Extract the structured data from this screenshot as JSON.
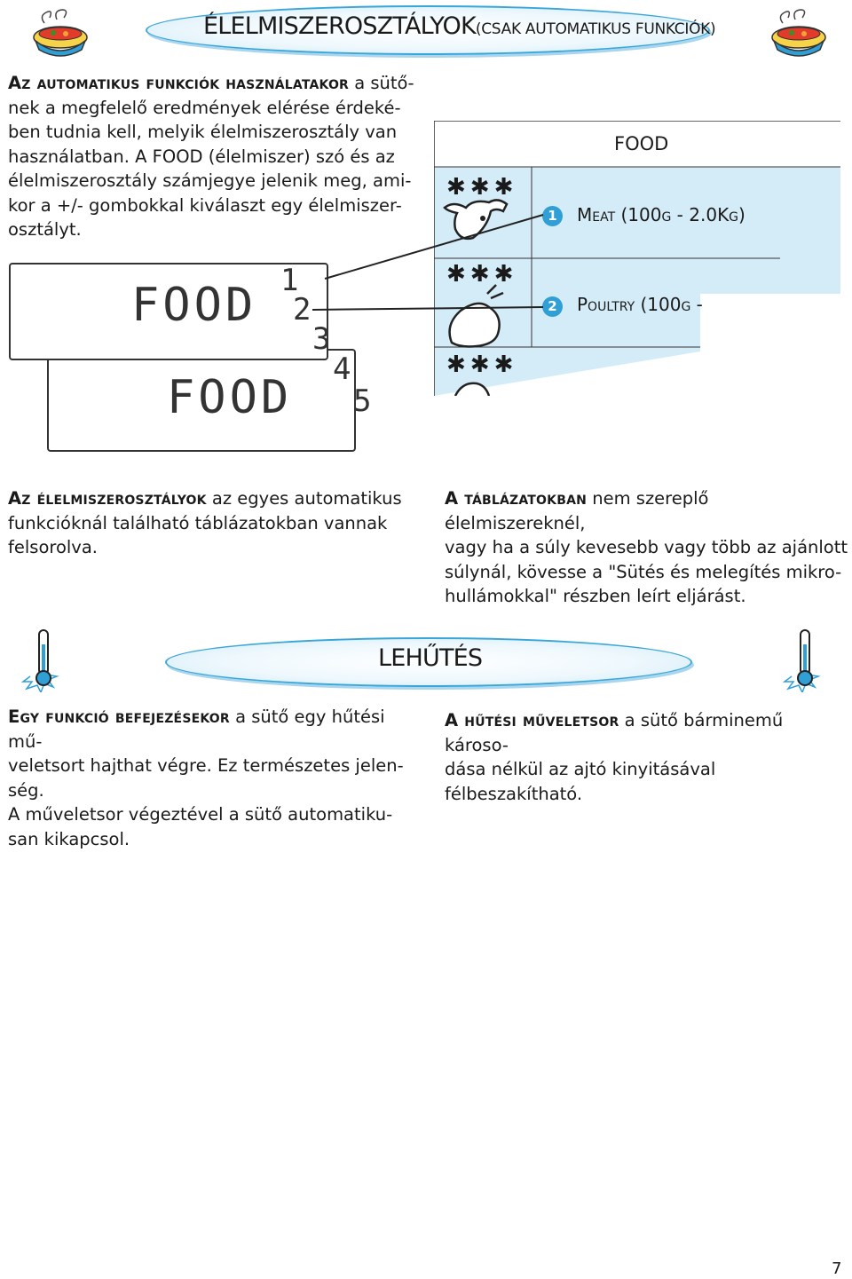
{
  "section1": {
    "title_main": "ÉLELMISZEROSZTÁLYOK",
    "title_suffix": "(CSAK AUTOMATIKUS FUNKCIÓK)",
    "intro_lead": "Az automatikus funkciók használatakor",
    "intro_lines": [
      "a sütő-",
      "nek a megfelelő eredmények elérése érdeké-",
      "ben tudnia kell, melyik élelmiszerosztály van",
      "használatban. A FOOD (élelmiszer) szó és az",
      "élelmiszerosztály számjegye jelenik meg, ami-",
      "kor a +/- gombokkal kiválaszt egy élelmiszer-",
      "osztályt."
    ],
    "lcd_word": "FOOD",
    "lcd_digits": [
      "1",
      "2",
      "3",
      "4",
      "5"
    ],
    "table_header": "FOOD",
    "table_rows": [
      {
        "num": "1",
        "label": "Meat (100g - 2.0Kg)",
        "stars": "✱✱✱"
      },
      {
        "num": "2",
        "label": "Poultry (100g -",
        "stars": "✱✱✱"
      },
      {
        "num": "",
        "label": "",
        "stars": "✱✱✱"
      }
    ],
    "para_left_lead": "Az élelmiszerosztályok",
    "para_left_lines": [
      "az egyes automatikus",
      "funkcióknál található táblázatokban vannak",
      "felsorolva."
    ],
    "para_right_lead": "A táblázatokban",
    "para_right_lines": [
      "nem szereplő élelmiszereknél,",
      "vagy ha a súly kevesebb vagy több az ajánlott",
      "súlynál, kövesse a \"Sütés és melegítés mikro-",
      "hullámokkal\" részben leírt eljárást."
    ]
  },
  "section2": {
    "title": "LEHŰTÉS",
    "left_lead": "Egy funkció befejezésekor",
    "left_lines": [
      "a sütő egy hűtési mű-",
      "veletsort hajthat végre. Ez természetes jelen-",
      "ség.",
      "A műveletsor végeztével a sütő automatiku-",
      "san kikapcsol."
    ],
    "right_lead": "A hűtési műveletsor",
    "right_lines": [
      "a sütő bárminemű károso-",
      "dása nélkül az ajtó kinyitásával félbeszakítható."
    ]
  },
  "page_number": "7",
  "colors": {
    "accent": "#2f9fd6",
    "table_bg": "#d4ecf8",
    "banner_border": "#3aa6d8"
  }
}
